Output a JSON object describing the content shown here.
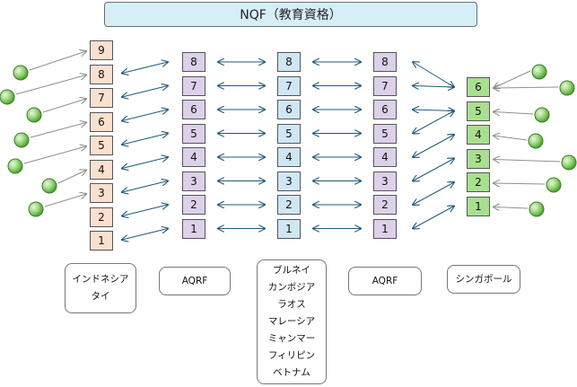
{
  "title": "NQF（教育資格）",
  "columns": [
    {
      "id": "indonesia",
      "levels": [
        "9",
        "8",
        "7",
        "6",
        "5",
        "4",
        "3",
        "2",
        "1"
      ],
      "fill": "#fbe0d0"
    },
    {
      "id": "aqrf-left",
      "levels": [
        "8",
        "7",
        "6",
        "5",
        "4",
        "3",
        "2",
        "1"
      ],
      "fill": "#ddd0ea"
    },
    {
      "id": "middle",
      "levels": [
        "8",
        "7",
        "6",
        "5",
        "4",
        "3",
        "2",
        "1"
      ],
      "fill": "#cfe7f5"
    },
    {
      "id": "aqrf-right",
      "levels": [
        "8",
        "7",
        "6",
        "5",
        "4",
        "3",
        "2",
        "1"
      ],
      "fill": "#ddd0ea"
    },
    {
      "id": "singapore",
      "levels": [
        "6",
        "5",
        "4",
        "3",
        "2",
        "1"
      ],
      "fill": "#a9e08f"
    }
  ],
  "labels": {
    "indonesia": [
      "インドネシア",
      "タイ"
    ],
    "aqrf_left": [
      "AQRF"
    ],
    "middle": [
      "ブルネイ",
      "カンボジア",
      "ラオス",
      "マレーシア",
      "ミャンマー",
      "フィリピン",
      "ベトナム"
    ],
    "aqrf_right": [
      "AQRF"
    ],
    "singapore": [
      "シンガポール"
    ]
  },
  "colors": {
    "arrow_blue": "#1f5a7a",
    "arrow_gray": "#909090",
    "circle_green": "#6cc24a",
    "border": "#555555"
  }
}
